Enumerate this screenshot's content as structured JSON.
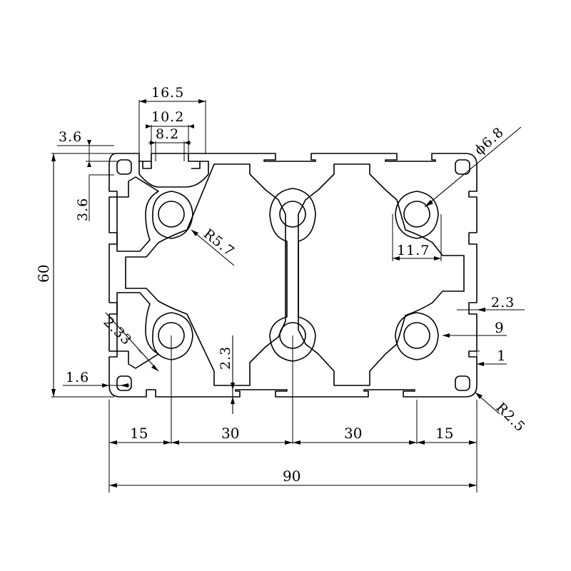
{
  "diagram": {
    "units": "mm",
    "colors": {
      "line": "#000000",
      "background": "#ffffff"
    },
    "dimensions": {
      "slot_outer_width": "16.5",
      "slot_inner_width": "10.2",
      "slot_opening": "8.2",
      "lip_top_a": "3.6",
      "lip_top_b": "3.6",
      "height_total": "60",
      "bore_diameter": "ϕ6.8",
      "rib_radius": "R5.7",
      "boss_width": "11.7",
      "wall_thickness_right": "2.3",
      "slot_depth_right": "9",
      "lip_right": "1",
      "corner_radius": "R2.5",
      "web_thickness_diag": "2.33",
      "web_thickness_bottom": "2.3",
      "wall_left": "1.6",
      "pitch_left": "15",
      "pitch_mid_a": "30",
      "pitch_mid_b": "30",
      "pitch_right": "15",
      "width_total": "90"
    }
  }
}
